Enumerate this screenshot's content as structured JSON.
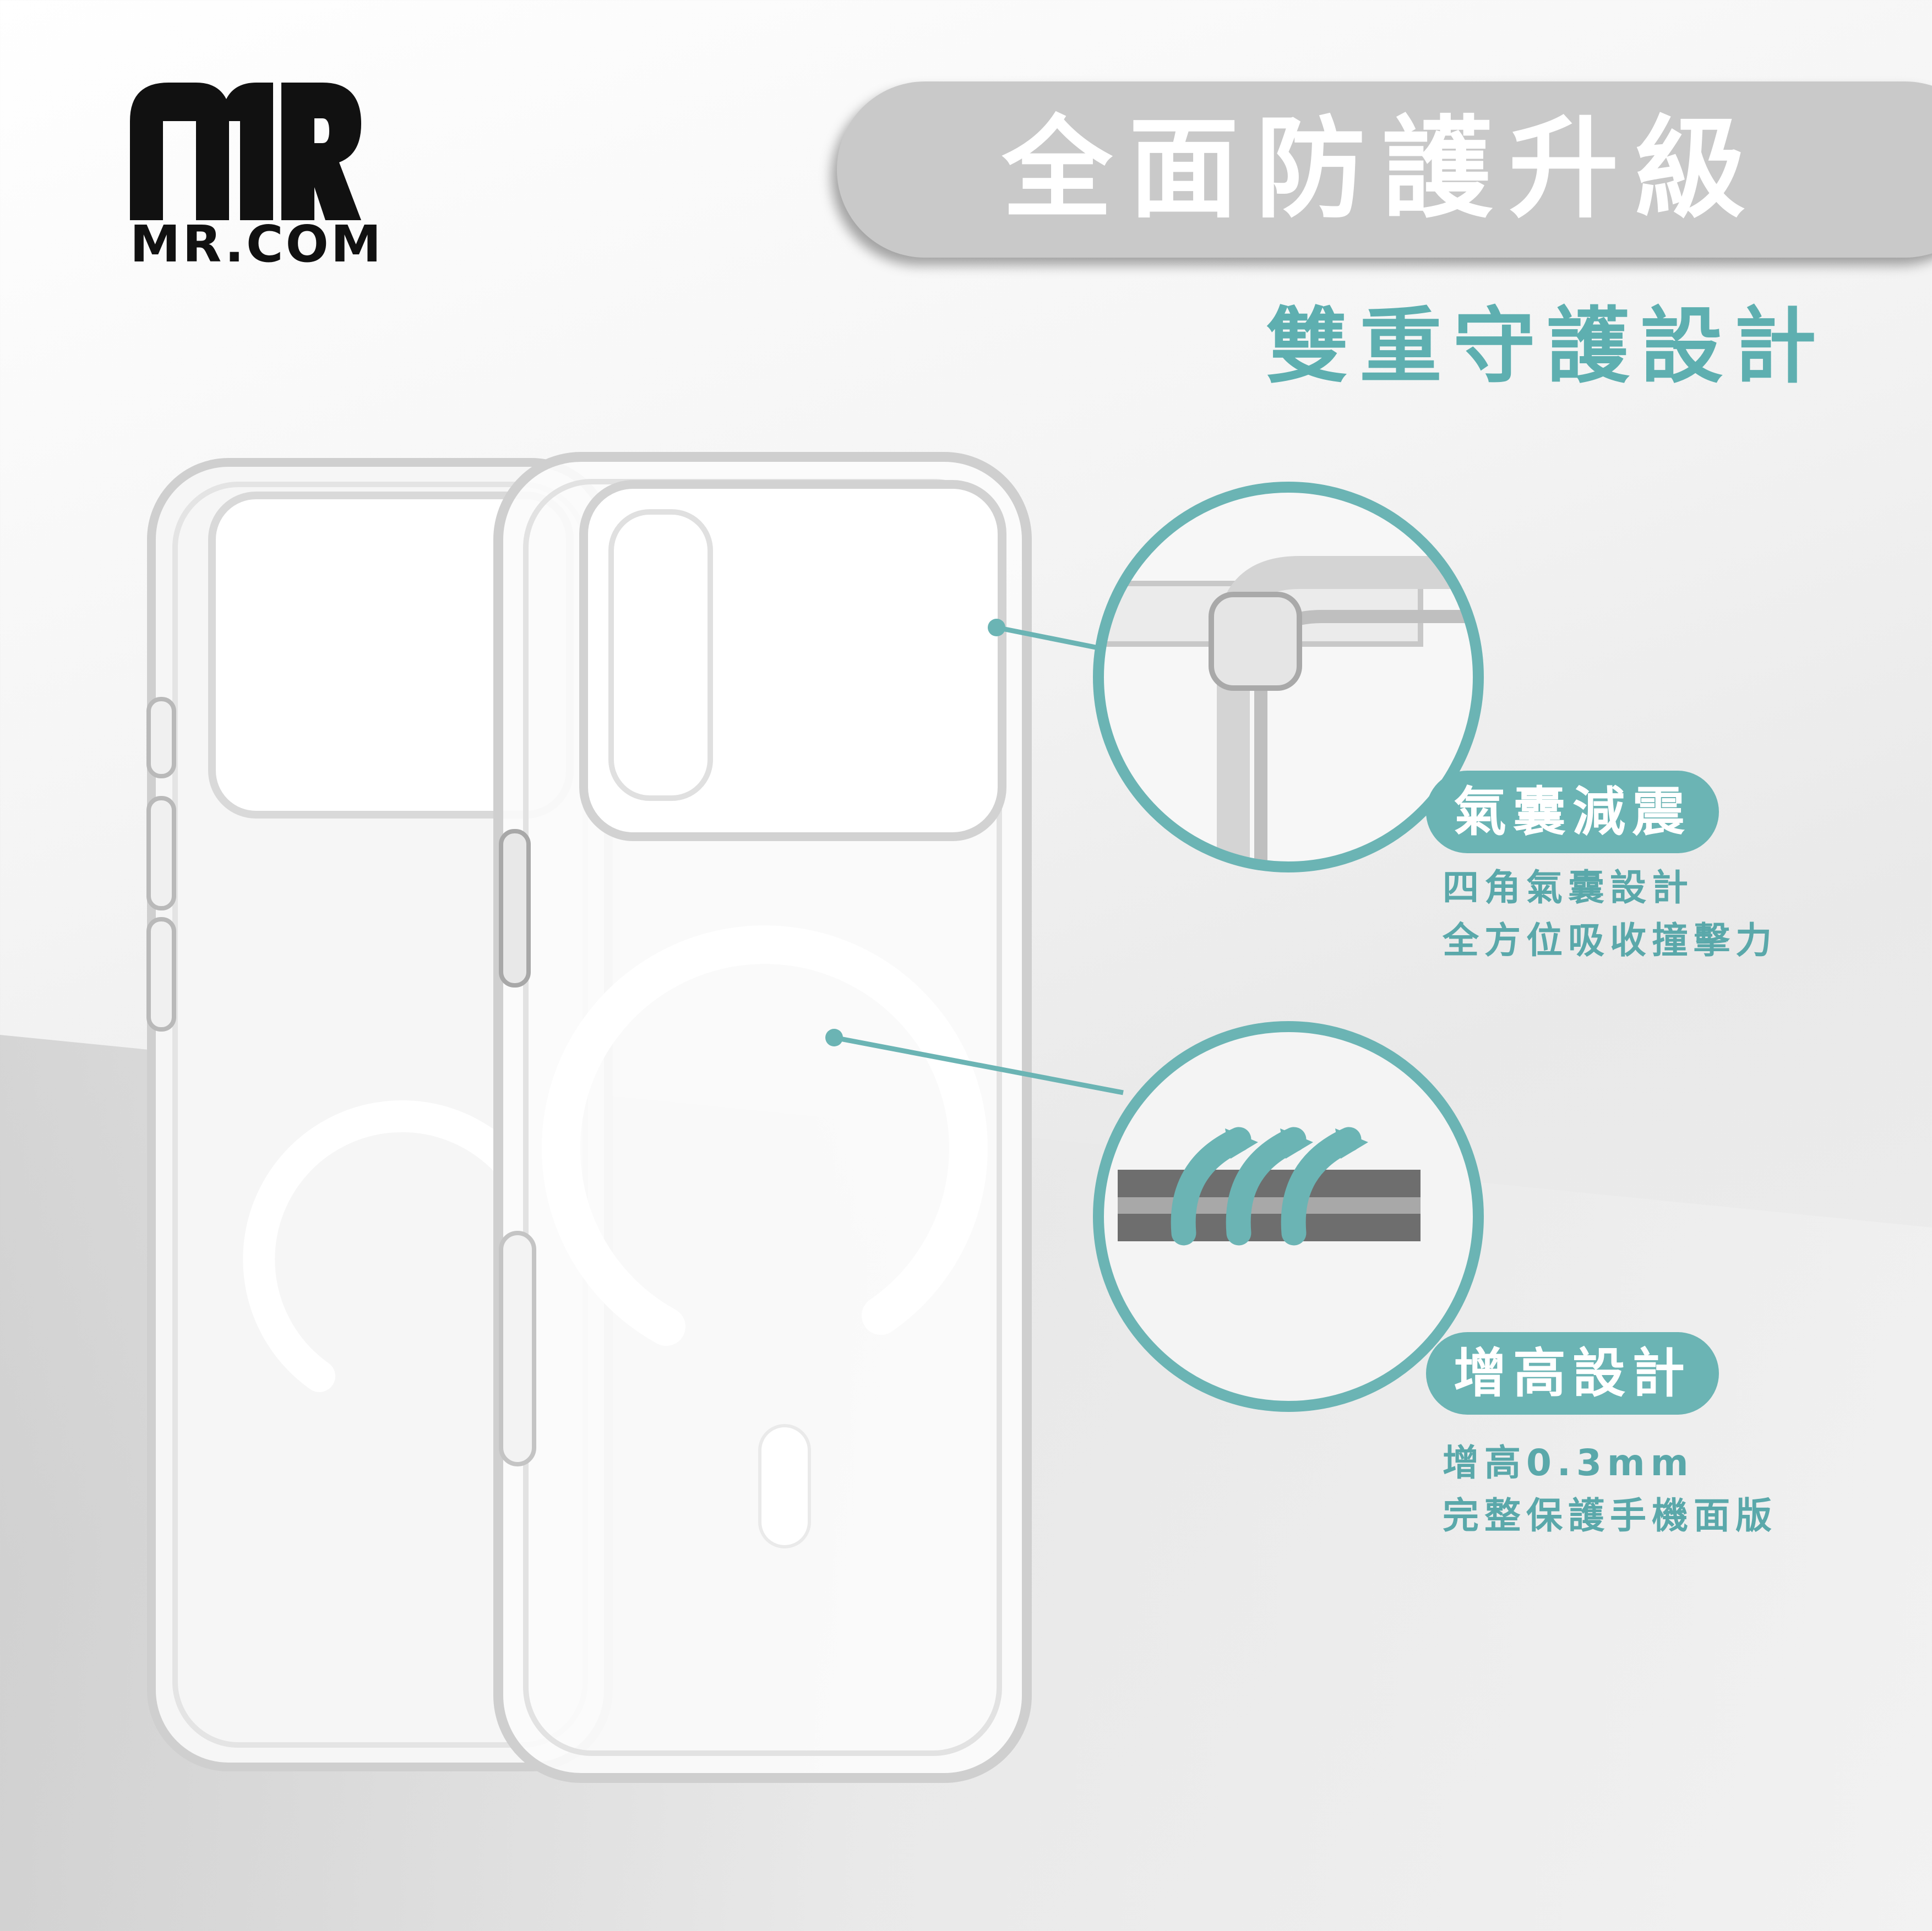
{
  "brand": {
    "logo_text": "MR.COM"
  },
  "header": {
    "title": "全面防護升級",
    "subtitle": "雙重守護設計"
  },
  "features": [
    {
      "badge": "氣囊減震",
      "lines": [
        "四角氣囊設計",
        "全方位吸收撞擊力"
      ]
    },
    {
      "badge": "增高設計",
      "lines": [
        "增高0.3mm",
        "完整保護手機面版"
      ]
    }
  ],
  "colors": {
    "accent": "#6bb4b4",
    "accent_text": "#5aa8aa",
    "banner": "#c9c9c9",
    "logo": "#111111"
  }
}
